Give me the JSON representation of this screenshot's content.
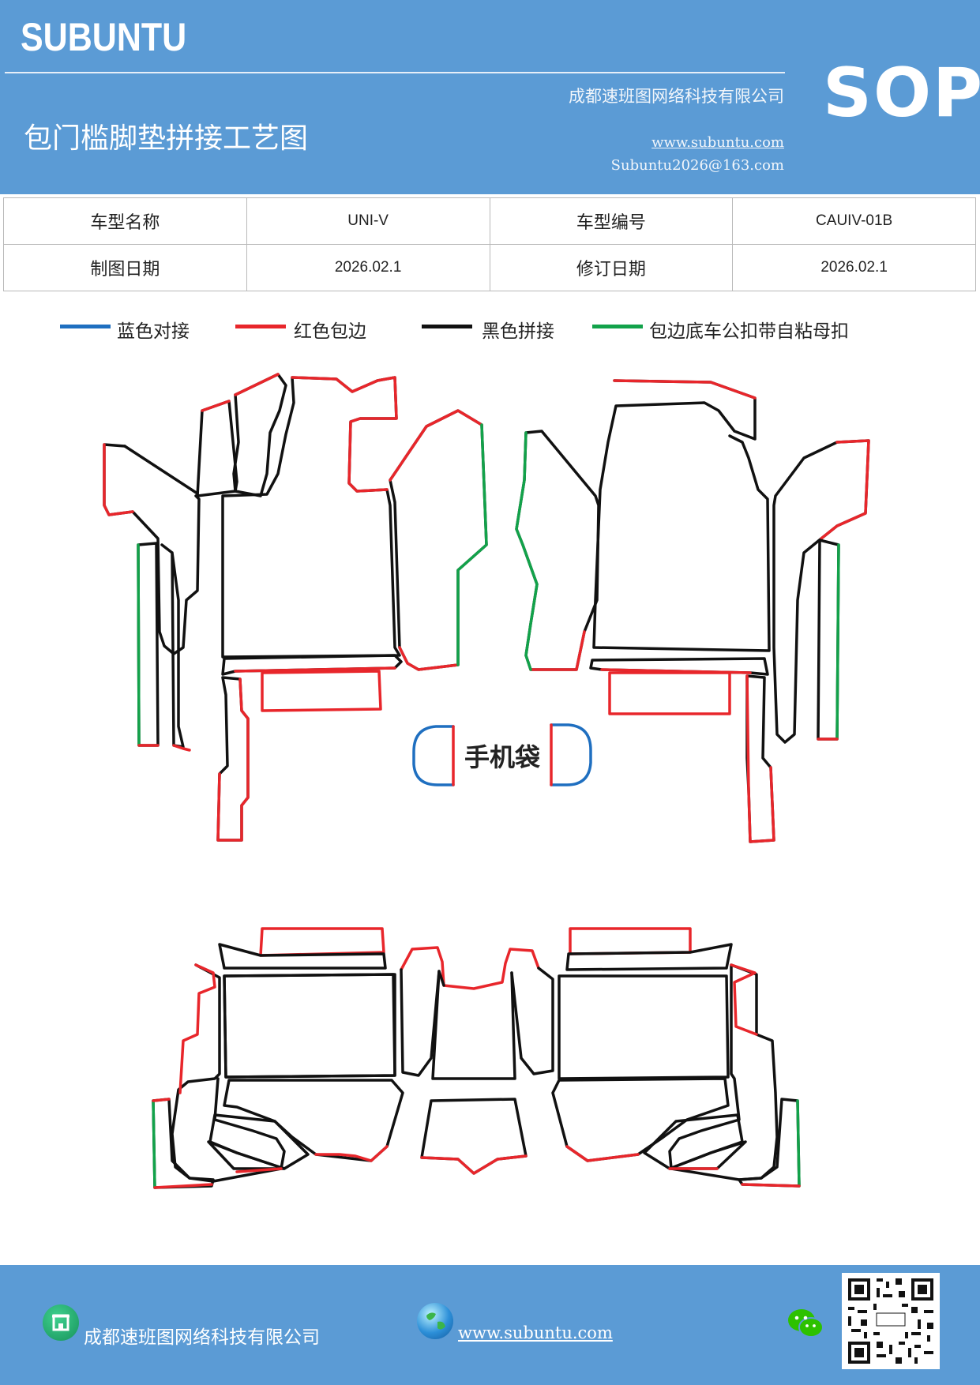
{
  "header": {
    "brand": "SUBUNTU",
    "company": "成都速班图网络科技有限公司",
    "sop": "SOP",
    "title": "包门槛脚垫拼接工艺图",
    "website": "www.subuntu.com",
    "email": "Subuntu2026@163.com"
  },
  "info_table": {
    "row1": {
      "label1": "车型名称",
      "value1": "UNI-V",
      "label2": "车型编号",
      "value2": "CAUIV-01B"
    },
    "row2": {
      "label1": "制图日期",
      "value1": "2026.02.1",
      "label2": "修订日期",
      "value2": "2026.02.1"
    }
  },
  "legend": [
    {
      "label": "蓝色对接",
      "color": "#1f6fc0"
    },
    {
      "label": "红色包边",
      "color": "#e8262b"
    },
    {
      "label": "黑色拼接",
      "color": "#111111"
    },
    {
      "label": "包边底车公扣带自粘母扣",
      "color": "#12a24a"
    }
  ],
  "diagram": {
    "phone_pocket_label": "手机袋"
  },
  "footer": {
    "company": "成都速班图网络科技有限公司",
    "website": "www.subuntu.com"
  },
  "icons": {
    "company": "building-icon",
    "website": "globe-icon",
    "wechat": "wechat-icon",
    "qr": "qr-code-icon"
  }
}
